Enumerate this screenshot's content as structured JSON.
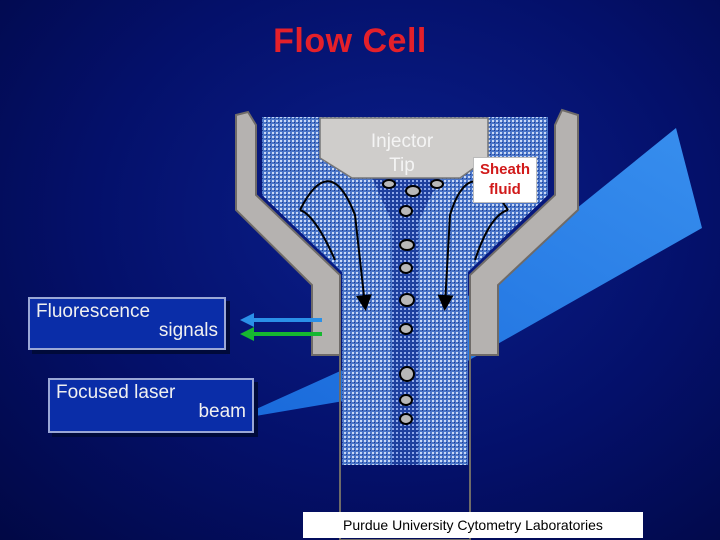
{
  "title": "Flow Cell",
  "labels": {
    "injector_line1": "Injector",
    "injector_line2": "Tip",
    "sheath_line1": "Sheath",
    "sheath_line2": "fluid",
    "fluorescence_line1": "Fluorescence",
    "fluorescence_line2": "signals",
    "laser_line1": "Focused laser",
    "laser_line2": "beam"
  },
  "credit": "Purdue University Cytometry Laboratories",
  "colors": {
    "title": "#e4202a",
    "background": "#04106a",
    "cell_wall": "#b5b2b0",
    "sheath_fluid": "#4a75c8",
    "sample_stream": "#1d3f9e",
    "laser_beam": "#2f8bf0",
    "signal_arrow_blue": "#2a90e8",
    "signal_arrow_green": "#16b830"
  }
}
